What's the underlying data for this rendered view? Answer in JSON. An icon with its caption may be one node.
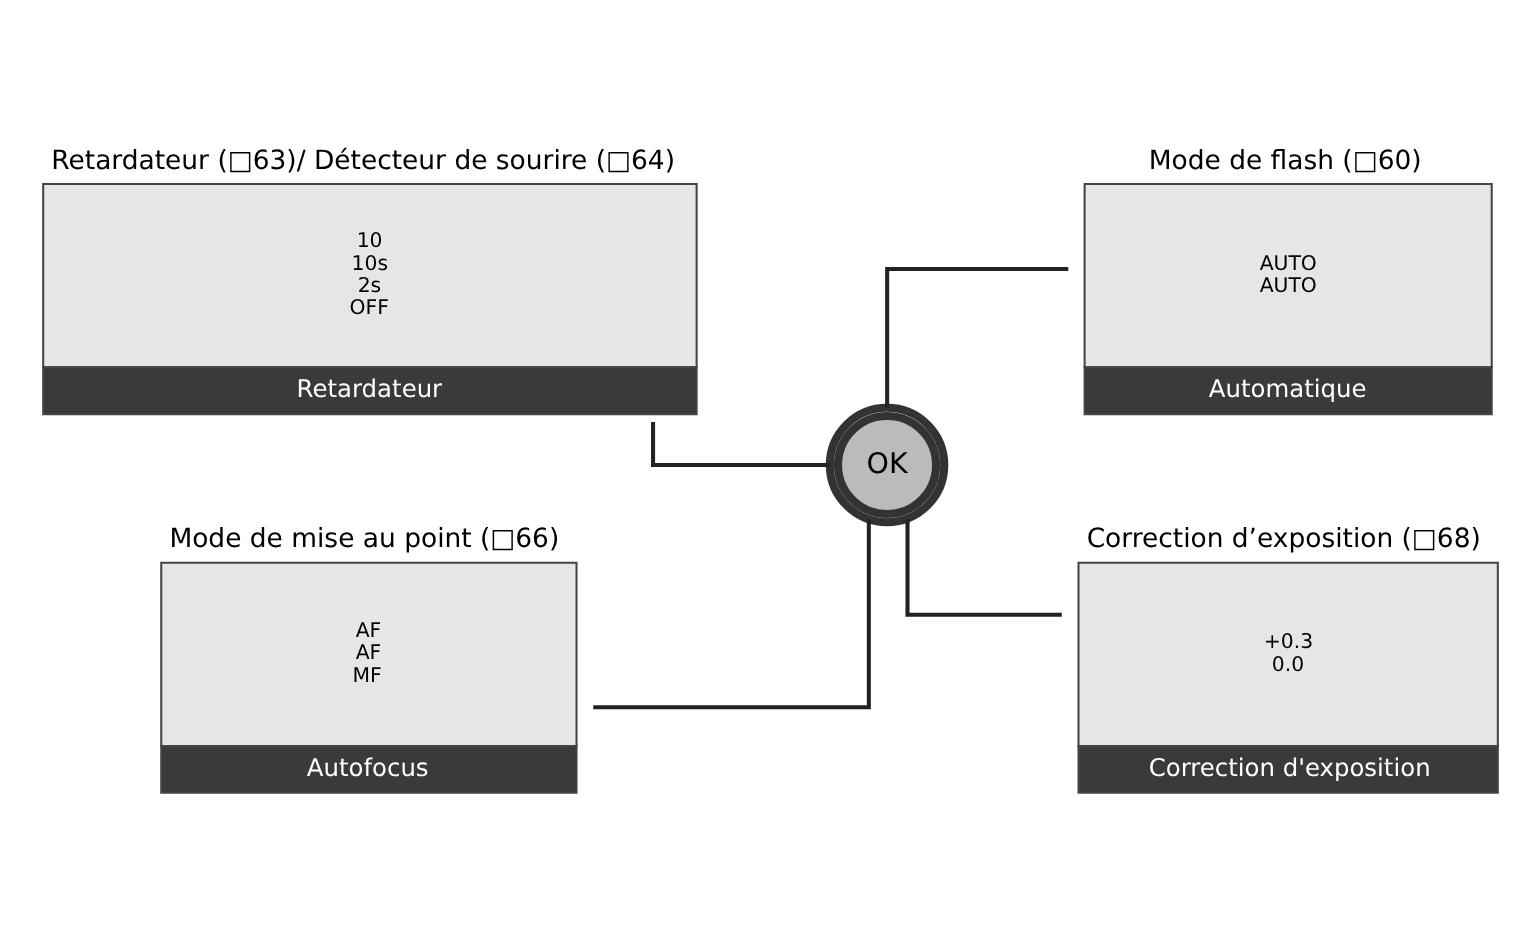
{
  "diagram": {
    "nodes": [
      {
        "text": [
          "Retardateur (□63)/ Détecteur de sourire (□64)",
          "10",
          "10s",
          "2s",
          "OFF",
          "Retardateur"
        ]
      },
      {
        "text": [
          "Mode de flash (□60)",
          "AUTO",
          "AUTO",
          "Automatique"
        ]
      },
      {
        "text": [
          "OK"
        ]
      },
      {
        "text": [
          "Mode de mise au point (□66)",
          "AF",
          "AF",
          "MF",
          "Autofocus"
        ]
      },
      {
        "text": [
          "Correction d’exposition (□68)",
          "+0.3",
          "0.0",
          "Correction d'exposition"
        ]
      }
    ],
    "edges": [
      {
        "from": 0,
        "to": 2,
        "arrow": "none"
      },
      {
        "from": 2,
        "to": 1,
        "arrow": "none"
      },
      {
        "from": 3,
        "to": 2,
        "arrow": "none"
      },
      {
        "from": 2,
        "to": 4,
        "arrow": "none"
      }
    ]
  }
}
